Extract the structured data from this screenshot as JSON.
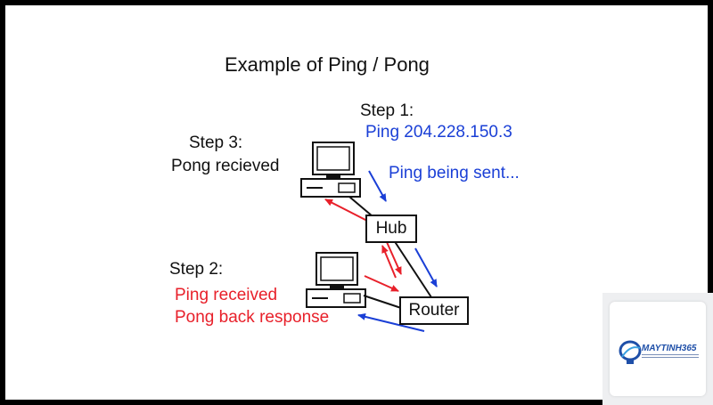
{
  "diagram": {
    "title": "Example of Ping / Pong",
    "step1": {
      "label": "Step 1:",
      "command": "Ping 204.228.150.3",
      "status": "Ping  being sent..."
    },
    "step3": {
      "label": "Step 3:",
      "status": "Pong recieved"
    },
    "step2": {
      "label": "Step 2:",
      "line1": "Ping received",
      "line2": "Pong back response"
    },
    "nodes": {
      "hub": "Hub",
      "router": "Router"
    },
    "colors": {
      "ping": "#1a3fd6",
      "pong": "#e8202a",
      "text": "#111111"
    }
  },
  "watermark": {
    "brand": "MAYTINH365"
  }
}
